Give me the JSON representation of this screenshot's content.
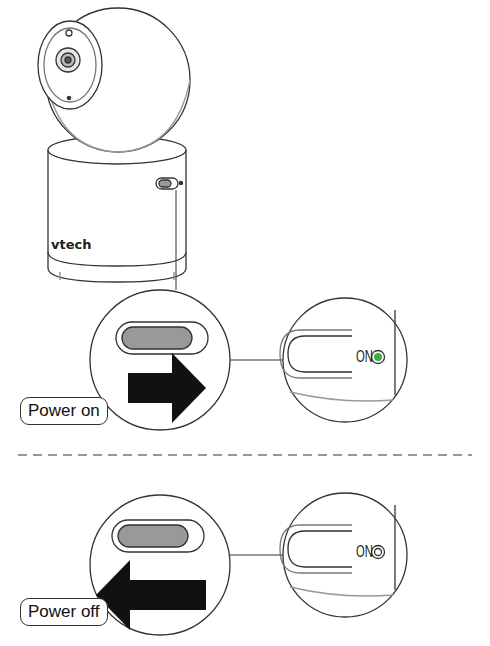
{
  "diagram": {
    "nodes": [
      {
        "text": [
          "Power on"
        ]
      },
      {
        "text": [
          "Power off"
        ]
      }
    ],
    "labels": [
      "vtech",
      "ON",
      "ON"
    ]
  }
}
